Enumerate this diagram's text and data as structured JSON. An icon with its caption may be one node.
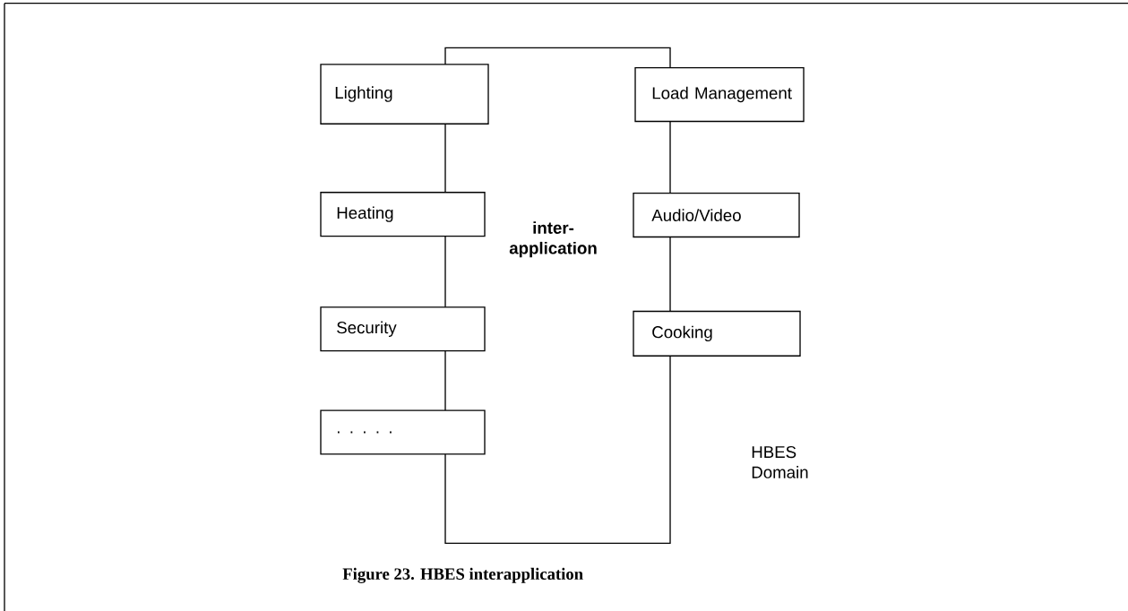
{
  "diagram": {
    "caption": "Figure 23. HBES interapplication",
    "nodes": [
      {
        "text": [
          "inter- application"
        ]
      },
      {
        "text": [
          "Lighting"
        ]
      },
      {
        "text": [
          "Heating"
        ]
      },
      {
        "text": [
          "Security"
        ]
      },
      {
        "text": [
          ". . . . ."
        ]
      },
      {
        "text": [
          "Load Management"
        ]
      },
      {
        "text": [
          "Audio/Video"
        ]
      },
      {
        "text": [
          "Cooking"
        ]
      }
    ],
    "labels": [
      "HBES Domain"
    ]
  }
}
